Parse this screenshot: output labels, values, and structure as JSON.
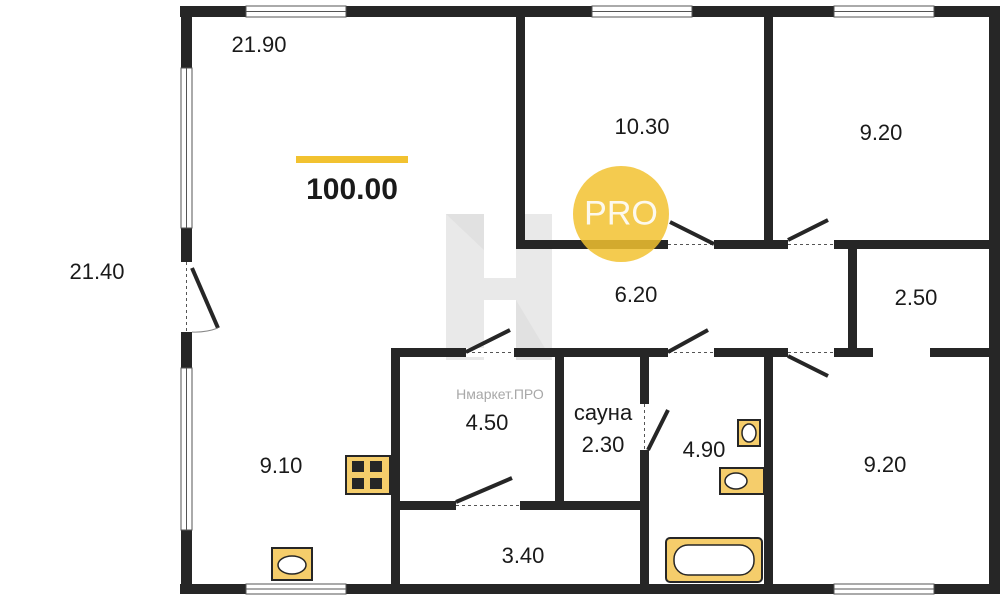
{
  "plan": {
    "total_area": "100.00",
    "rooms": [
      {
        "id": "left-room",
        "area": "21.40"
      },
      {
        "id": "living-room",
        "area": "21.90"
      },
      {
        "id": "bedroom-center",
        "area": "10.30"
      },
      {
        "id": "bedroom-right",
        "area": "9.20"
      },
      {
        "id": "corridor",
        "area": "6.20"
      },
      {
        "id": "storage",
        "area": "2.50"
      },
      {
        "id": "kitchen",
        "area": "9.10"
      },
      {
        "id": "room-4-50",
        "area": "4.50"
      },
      {
        "id": "sauna",
        "area": "2.30",
        "name": "сауна"
      },
      {
        "id": "bathroom",
        "area": "4.90"
      },
      {
        "id": "bedroom-lower-right",
        "area": "9.20"
      },
      {
        "id": "hallway-lower",
        "area": "3.40"
      }
    ]
  },
  "watermark": {
    "badge_text": "PRO",
    "brand_text": "Нмаркет.ПРО"
  },
  "colors": {
    "wall": "#262626",
    "accent": "#f2c230",
    "fixture": "#f5cd6b",
    "watermark": "#d9d9d9"
  }
}
